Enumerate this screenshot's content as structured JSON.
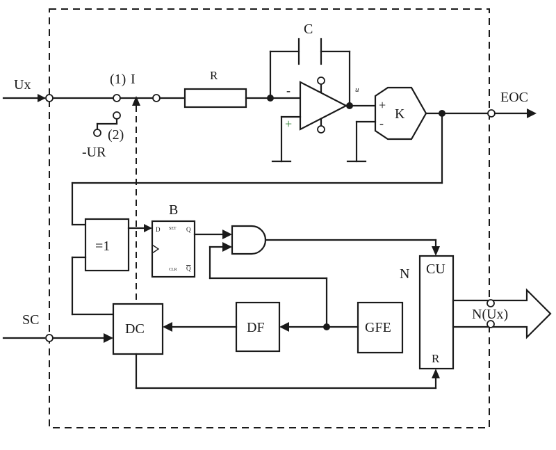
{
  "labels": {
    "ux": "Ux",
    "switch_pos1": "(1)",
    "switch_pos2": "(2)",
    "switch_name": "I",
    "minus_ur": "-UR",
    "resistor": "R",
    "capacitor": "C",
    "opamp_out": "u",
    "opamp_minus": "-",
    "opamp_plus": "+",
    "comp_plus": "+",
    "comp_minus": "-",
    "comparator": "K",
    "eoc": "EOC",
    "xor": "=1",
    "flipflop": "B",
    "ff_d": "D",
    "ff_set": "SET",
    "ff_q": "Q",
    "ff_clr": "CLR",
    "ff_qbar": "Q",
    "counter_name": "N",
    "counter_cu": "CU",
    "counter_r": "R",
    "counter_output": "N(Ux)",
    "sc": "SC",
    "dc": "DC",
    "df": "DF",
    "gfe": "GFE"
  }
}
